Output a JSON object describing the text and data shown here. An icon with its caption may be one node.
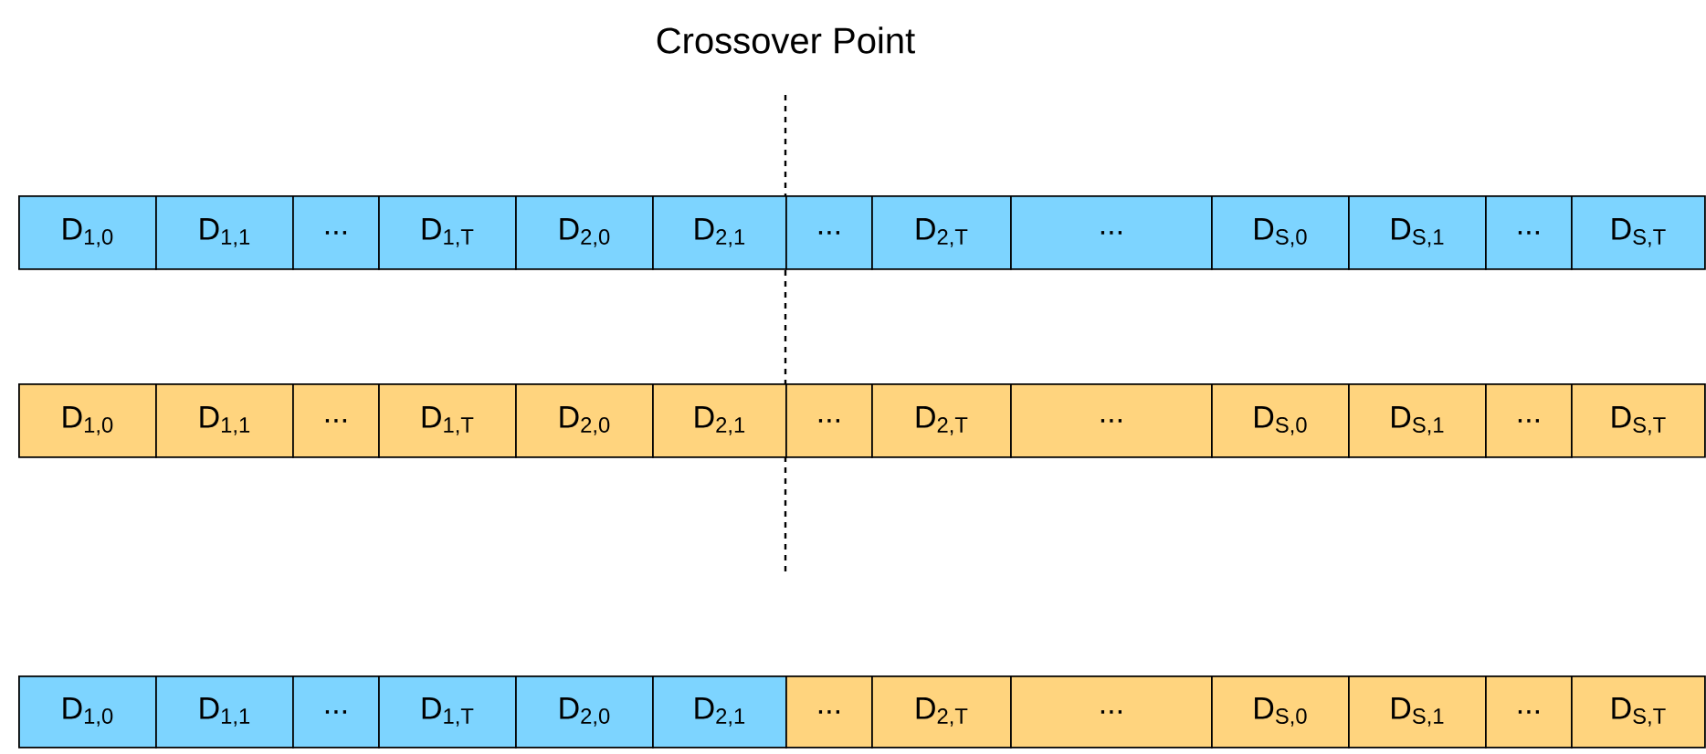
{
  "diagram": {
    "title": "Crossover Point",
    "nodes": [
      {
        "text": [
          "D$_{1,0}$"
        ]
      },
      {
        "text": [
          "D$_{1,1}$"
        ]
      },
      {
        "text": [
          "..."
        ]
      },
      {
        "text": [
          "D$_{1,T}$"
        ]
      },
      {
        "text": [
          "D$_{2,0}$"
        ]
      },
      {
        "text": [
          "D$_{2,1}$"
        ]
      },
      {
        "text": [
          "..."
        ]
      },
      {
        "text": [
          "D$_{2,T}$"
        ]
      },
      {
        "text": [
          "..."
        ]
      },
      {
        "text": [
          "D$_{S,0}$"
        ]
      },
      {
        "text": [
          "D$_{S,1}$"
        ]
      },
      {
        "text": [
          "..."
        ]
      },
      {
        "text": [
          "D$_{S,T}$"
        ]
      },
      {
        "text": [
          "D$_{1,0}$"
        ]
      },
      {
        "text": [
          "D$_{1,1}$"
        ]
      },
      {
        "text": [
          "..."
        ]
      },
      {
        "text": [
          "D$_{1,T}$"
        ]
      },
      {
        "text": [
          "D$_{2,0}$"
        ]
      },
      {
        "text": [
          "D$_{2,1}$"
        ]
      },
      {
        "text": [
          "..."
        ]
      },
      {
        "text": [
          "D$_{2,T}$"
        ]
      },
      {
        "text": [
          "..."
        ]
      },
      {
        "text": [
          "D$_{S,0}$"
        ]
      },
      {
        "text": [
          "D$_{S,1}$"
        ]
      },
      {
        "text": [
          "..."
        ]
      },
      {
        "text": [
          "D$_{S,T}$"
        ]
      },
      {
        "text": [
          "D$_{1,0}$"
        ]
      },
      {
        "text": [
          "D$_{1,1}$"
        ]
      },
      {
        "text": [
          "..."
        ]
      },
      {
        "text": [
          "D$_{1,T}$"
        ]
      },
      {
        "text": [
          "D$_{2,0}$"
        ]
      },
      {
        "text": [
          "D$_{2,1}$"
        ]
      },
      {
        "text": [
          "..."
        ]
      },
      {
        "text": [
          "D$_{2,T}$"
        ]
      },
      {
        "text": [
          "..."
        ]
      },
      {
        "text": [
          "D$_{S,0}$"
        ]
      },
      {
        "text": [
          "D$_{S,1}$"
        ]
      },
      {
        "text": [
          "..."
        ]
      },
      {
        "text": [
          "D$_{S,T}$"
        ]
      }
    ]
  }
}
